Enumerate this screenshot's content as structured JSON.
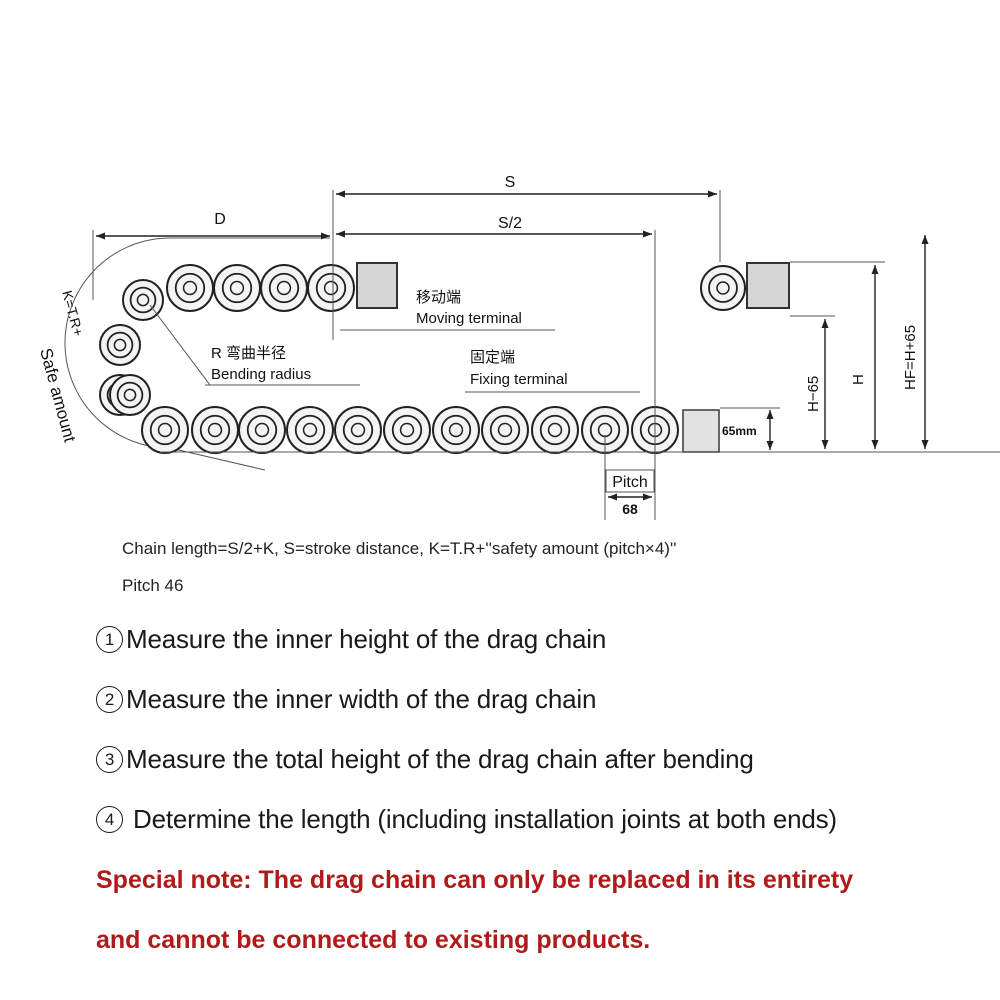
{
  "diagram": {
    "label_S": "S",
    "label_S2": "S/2",
    "label_D": "D",
    "label_ktr": "K=T.R+",
    "label_safe": "Safe amount",
    "moving_cn": "移动端",
    "moving_en": "Moving terminal",
    "fixing_cn": "固定端",
    "fixing_en": "Fixing terminal",
    "bend_cn": "R 弯曲半径",
    "bend_en": "Bending radius",
    "label_65mm": "65mm",
    "label_pitch": "Pitch",
    "label_68": "68",
    "label_H65": "H−65",
    "label_H": "H",
    "label_HF": "HF=H+65"
  },
  "formula": "Chain length=S/2+K, S=stroke distance, K=T.R+''safety amount (pitch×4)''",
  "pitch_line": "Pitch 46",
  "steps": [
    {
      "num": "1",
      "text": "Measure the inner height of the drag chain"
    },
    {
      "num": "2",
      "text": "Measure the inner width of the drag chain"
    },
    {
      "num": "3",
      "text": "Measure the total height of the drag chain after bending"
    },
    {
      "num": "4",
      "text": " Determine the length (including installation joints at both ends)"
    }
  ],
  "note_line1": "Special note: The drag chain can only be replaced in its entirety",
  "note_line2": "and cannot be connected to existing products.",
  "colors": {
    "note": "#b01a1a",
    "chain_fill": "#f4f4f4",
    "terminal_fill": "#d6d6d6"
  }
}
